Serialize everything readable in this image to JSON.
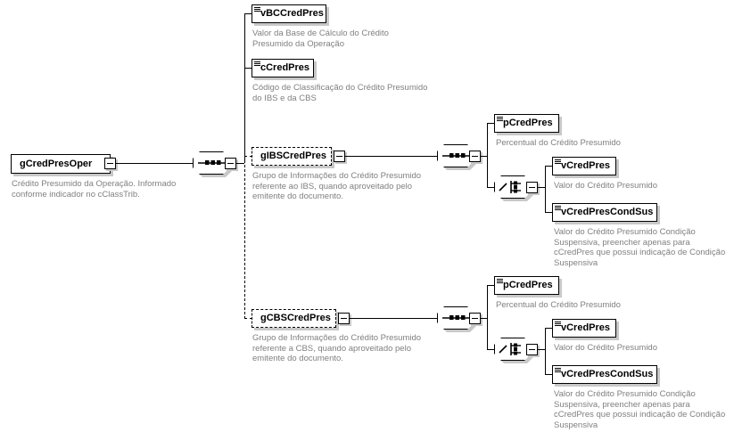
{
  "diagram": {
    "type": "xsd-schema-tree",
    "title": "gCredPresOper",
    "icons": {
      "element": "element-type-icon",
      "collapse": "collapse-minus-icon",
      "sequence": "sequence-connector-icon",
      "choice": "choice-connector-icon"
    },
    "colors": {
      "node_border": "#000000",
      "node_fill": "#ffffff",
      "shadow": "#c8c8c8",
      "description_text": "#808080",
      "label_text": "#000000"
    }
  },
  "nodes": {
    "root": {
      "name": "gCredPresOper",
      "description": "Crédito Presumido da Operação. Informado\nconforme indicador no cClassTrib.",
      "optional": false
    },
    "vBCCredPres": {
      "name": "vBCCredPres",
      "description": "Valor da Base de Cálculo do Crédito\nPresumido da Operação",
      "optional": false
    },
    "cCredPres": {
      "name": "cCredPres",
      "description": "Código de Classificação do Crédito Presumido\ndo IBS e da CBS",
      "optional": false
    },
    "gIBSCredPres": {
      "name": "gIBSCredPres",
      "description": "Grupo de Informações do Crédito Presumido\nreferente ao IBS, quando aproveitado pelo\nemitente do documento.",
      "optional": true
    },
    "gCBSCredPres": {
      "name": "gCBSCredPres",
      "description": "Grupo de Informações do Crédito Presumido\nreferente a CBS, quando aproveitado pelo\nemitente do documento.",
      "optional": true
    },
    "ibs_pCredPres": {
      "name": "pCredPres",
      "description": "Percentual do Crédito Presumido",
      "optional": false
    },
    "ibs_vCredPres": {
      "name": "vCredPres",
      "description": "Valor do Crédito Presumido",
      "optional": false
    },
    "ibs_vCredPresCondSus": {
      "name": "vCredPresCondSus",
      "description": "Valor do Crédito Presumido Condição\nSuspensiva, preencher apenas para\ncCredPres que possui indicação de Condição\nSuspensiva",
      "optional": false
    },
    "cbs_pCredPres": {
      "name": "pCredPres",
      "description": "Percentual do Crédito Presumido",
      "optional": false
    },
    "cbs_vCredPres": {
      "name": "vCredPres",
      "description": "Valor do Crédito Presumido",
      "optional": false
    },
    "cbs_vCredPresCondSus": {
      "name": "vCredPresCondSus",
      "description": "Valor do Crédito Presumido Condição\nSuspensiva, preencher apenas para\ncCredPres que possui indicação de Condição\nSuspensiva",
      "optional": false
    }
  }
}
